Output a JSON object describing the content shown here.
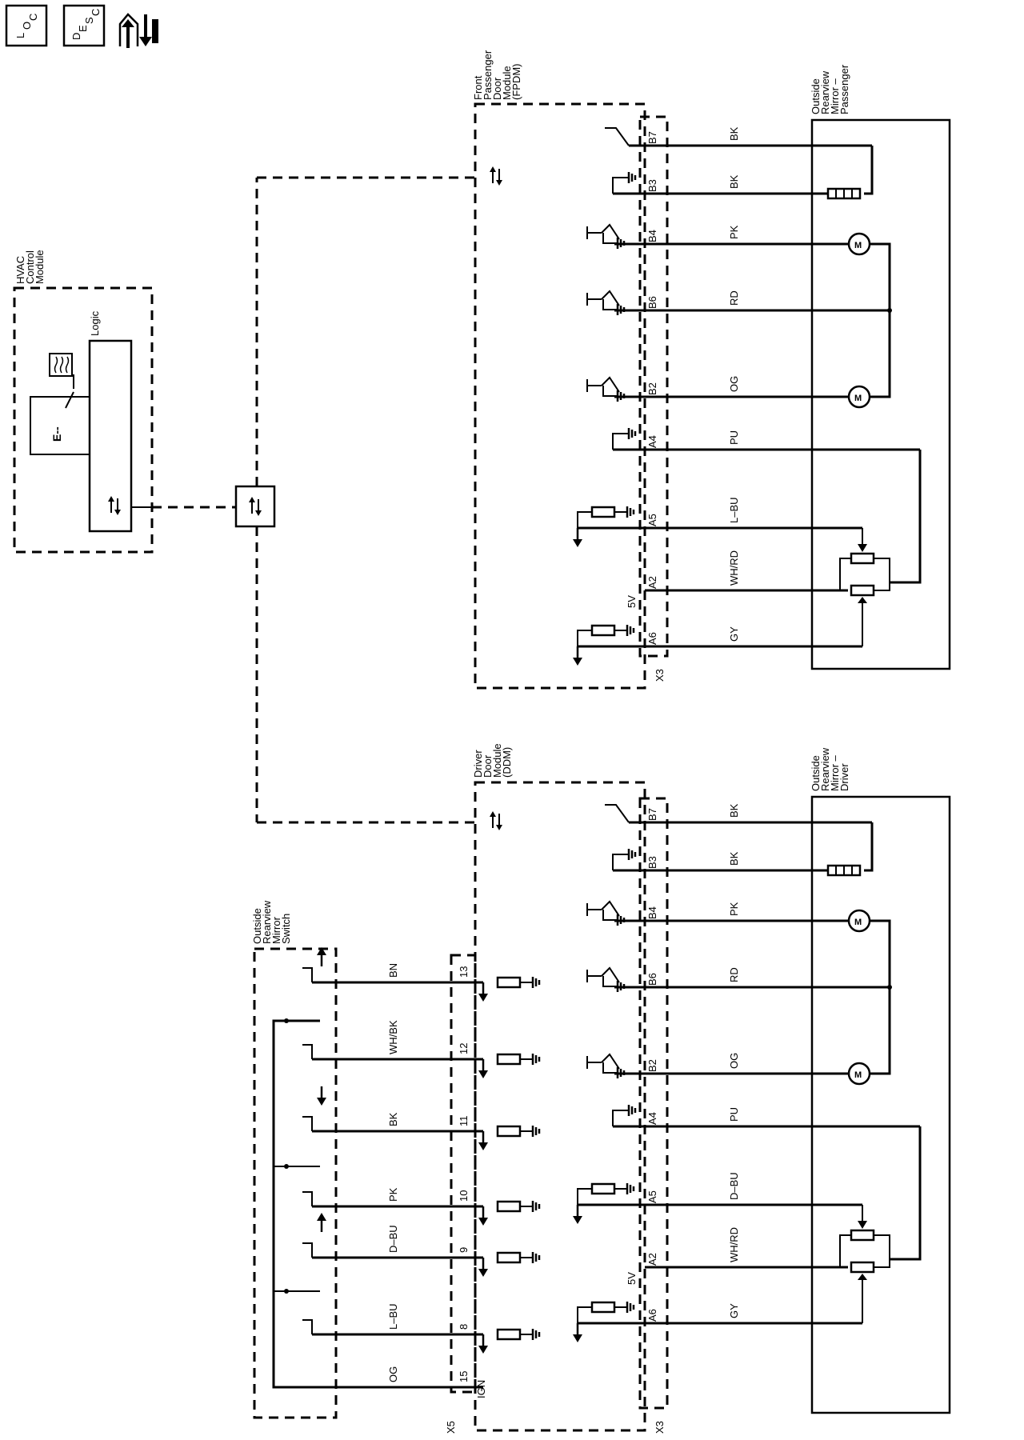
{
  "icons": {
    "loc": {
      "t1": "L",
      "t2": "O",
      "t3": "C"
    },
    "desc": {
      "t1": "D",
      "t2": "E",
      "t3": "S",
      "t4": "C"
    }
  },
  "hvac": {
    "name": [
      "HVAC",
      "Control",
      "Module"
    ],
    "logic": "Logic"
  },
  "fpdm": {
    "name": [
      "Front",
      "Passenger",
      "Door",
      "Module",
      "(FPDM)"
    ]
  },
  "ddm": {
    "name": [
      "Driver",
      "Door",
      "Module",
      "(DDM)"
    ],
    "ign": "IGN"
  },
  "mirror_passenger": {
    "name": [
      "Outside",
      "Rearview",
      "Mirror –",
      "Passenger"
    ]
  },
  "mirror_driver": {
    "name": [
      "Outside",
      "Rearview",
      "Mirror –",
      "Driver"
    ]
  },
  "mirror_switch": {
    "name": [
      "Outside",
      "Rearview",
      "Mirror",
      "Switch"
    ]
  },
  "connectors": {
    "x3": "X3",
    "x5": "X5",
    "five_v": "5V"
  },
  "door_pins": [
    {
      "pin": "B7",
      "color": "BK"
    },
    {
      "pin": "B3",
      "color": "BK"
    },
    {
      "pin": "B4",
      "color": "PK"
    },
    {
      "pin": "B6",
      "color": "RD"
    },
    {
      "pin": "B2",
      "color": "OG"
    },
    {
      "pin": "A4",
      "color": "PU"
    },
    {
      "pin": "A5",
      "color": "L–BU"
    },
    {
      "pin": "A2",
      "color": "WH/RD"
    },
    {
      "pin": "A6",
      "color": "GY"
    }
  ],
  "driver_pins": [
    {
      "pin": "B7",
      "color": "BK"
    },
    {
      "pin": "B3",
      "color": "BK"
    },
    {
      "pin": "B4",
      "color": "PK"
    },
    {
      "pin": "B6",
      "color": "RD"
    },
    {
      "pin": "B2",
      "color": "OG"
    },
    {
      "pin": "A4",
      "color": "PU"
    },
    {
      "pin": "A5",
      "color": "D–BU"
    },
    {
      "pin": "A2",
      "color": "WH/RD"
    },
    {
      "pin": "A6",
      "color": "GY"
    }
  ],
  "switch_pins": [
    {
      "pin": "13",
      "color": "BN"
    },
    {
      "pin": "12",
      "color": "WH/BK"
    },
    {
      "pin": "11",
      "color": "BK"
    },
    {
      "pin": "10",
      "color": "PK"
    },
    {
      "pin": "9",
      "color": "D–BU"
    },
    {
      "pin": "8",
      "color": "L–BU"
    },
    {
      "pin": "15",
      "color": "OG"
    }
  ],
  "motor_label": "M"
}
